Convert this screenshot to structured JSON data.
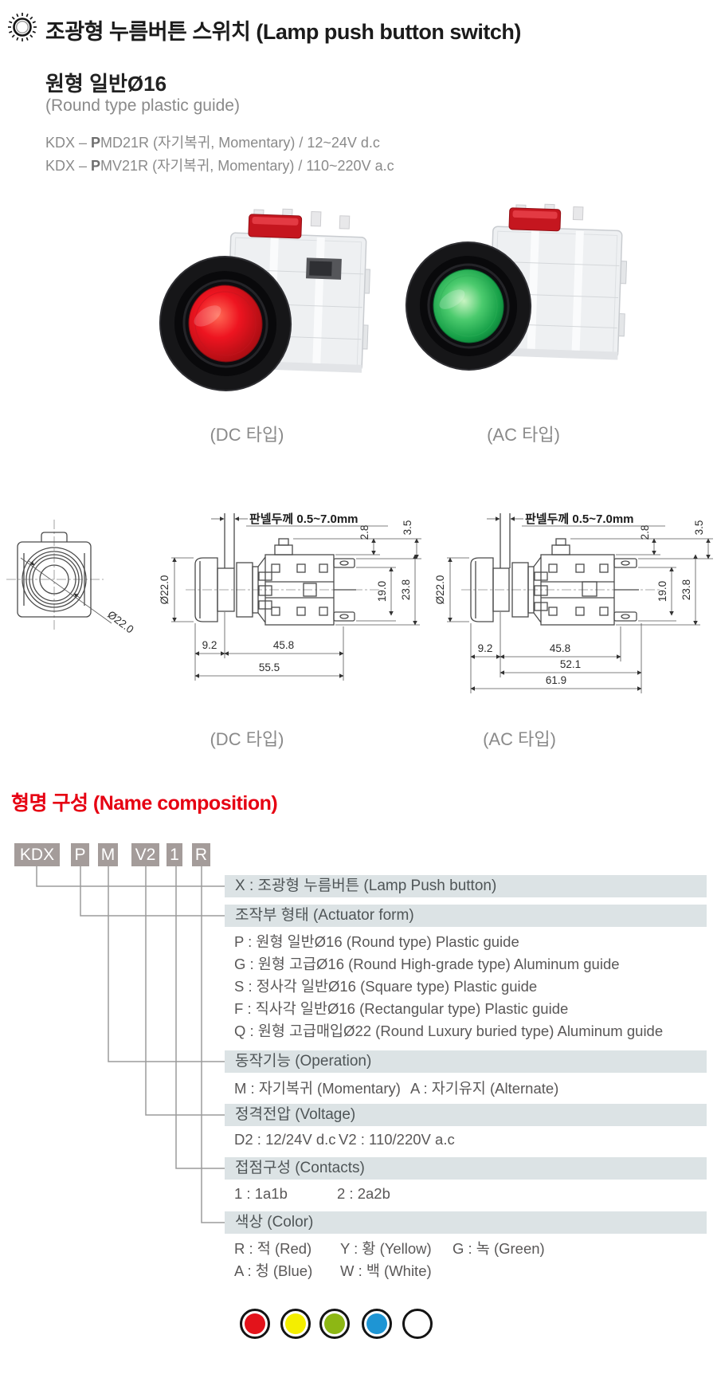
{
  "palette": {
    "accent-red": "#e60012",
    "box-gray": "#a49c9a",
    "bar-blue-gray": "#dce3e5",
    "text-gray": "#8a8a8a",
    "body-text": "#595757",
    "line-gray": "#9b9b9b"
  },
  "header": {
    "icon": "lamp-glow-icon",
    "title": "조광형 누름버튼 스위치 (Lamp push button switch)",
    "subtitle": "원형 일반Ø16",
    "subtitle_en": "(Round type plastic guide)",
    "models": [
      {
        "prefix": "KDX – ",
        "bold": "P",
        "rest": "MD21R (자기복귀, Momentary) / 12~24V d.c"
      },
      {
        "prefix": "KDX – ",
        "bold": "P",
        "rest": "MV21R (자기복귀, Momentary) / 110~220V a.c"
      }
    ]
  },
  "photos": {
    "dc_label": "(DC 타입)",
    "ac_label": "(AC 타입)",
    "dc_lens_color": "#e6111c",
    "ac_lens_color": "#2fae57"
  },
  "drawings": {
    "dc_label": "(DC 타입)",
    "ac_label": "(AC 타입)",
    "panel_thickness": "판넬두께 0.5~7.0mm",
    "front_diameter": "Ø22.0",
    "side_diameter": "Ø22.0",
    "dims": {
      "d92": "9.2",
      "d458": "45.8",
      "d555": "55.5",
      "d521": "52.1",
      "d619": "61.9",
      "d28": "2.8",
      "d35": "3.5",
      "d190": "19.0",
      "d238": "23.8"
    }
  },
  "name_composition": {
    "heading": "형명 구성 (Name composition)",
    "code_boxes": [
      "KDX",
      "P",
      "M",
      "V2",
      "1",
      "R"
    ],
    "lamp_line": "X : 조광형 누름버튼 (Lamp Push button)",
    "actuator": {
      "header": "조작부 형태 (Actuator form)",
      "items": [
        "P : 원형 일반Ø16 (Round type) Plastic guide",
        "G : 원형 고급Ø16 (Round High-grade type) Aluminum guide",
        "S : 정사각 일반Ø16 (Square type) Plastic guide",
        "F : 직사각 일반Ø16 (Rectangular type) Plastic guide",
        "Q : 원형 고급매입Ø22 (Round Luxury buried type) Aluminum guide"
      ]
    },
    "operation": {
      "header": "동작기능 (Operation)",
      "items": [
        "M : 자기복귀 (Momentary)",
        "A : 자기유지 (Alternate)"
      ]
    },
    "voltage": {
      "header": "정격전압 (Voltage)",
      "items": [
        "D2 : 12/24V d.c",
        "V2 : 110/220V a.c"
      ]
    },
    "contacts": {
      "header": "접점구성 (Contacts)",
      "items": [
        "1 : 1a1b",
        "2 : 2a2b"
      ]
    },
    "color": {
      "header": "색상 (Color)",
      "items": [
        "R : 적 (Red)",
        "Y : 황 (Yellow)",
        "G : 녹 (Green)",
        "A : 청 (Blue)",
        "W : 백 (White)"
      ]
    }
  },
  "colors": {
    "swatches": [
      {
        "name": "red",
        "hex": "#e3131b"
      },
      {
        "name": "yellow",
        "hex": "#f4ee00"
      },
      {
        "name": "green",
        "hex": "#8db714"
      },
      {
        "name": "blue",
        "hex": "#1e95d4"
      },
      {
        "name": "white",
        "hex": "#ffffff"
      }
    ]
  }
}
